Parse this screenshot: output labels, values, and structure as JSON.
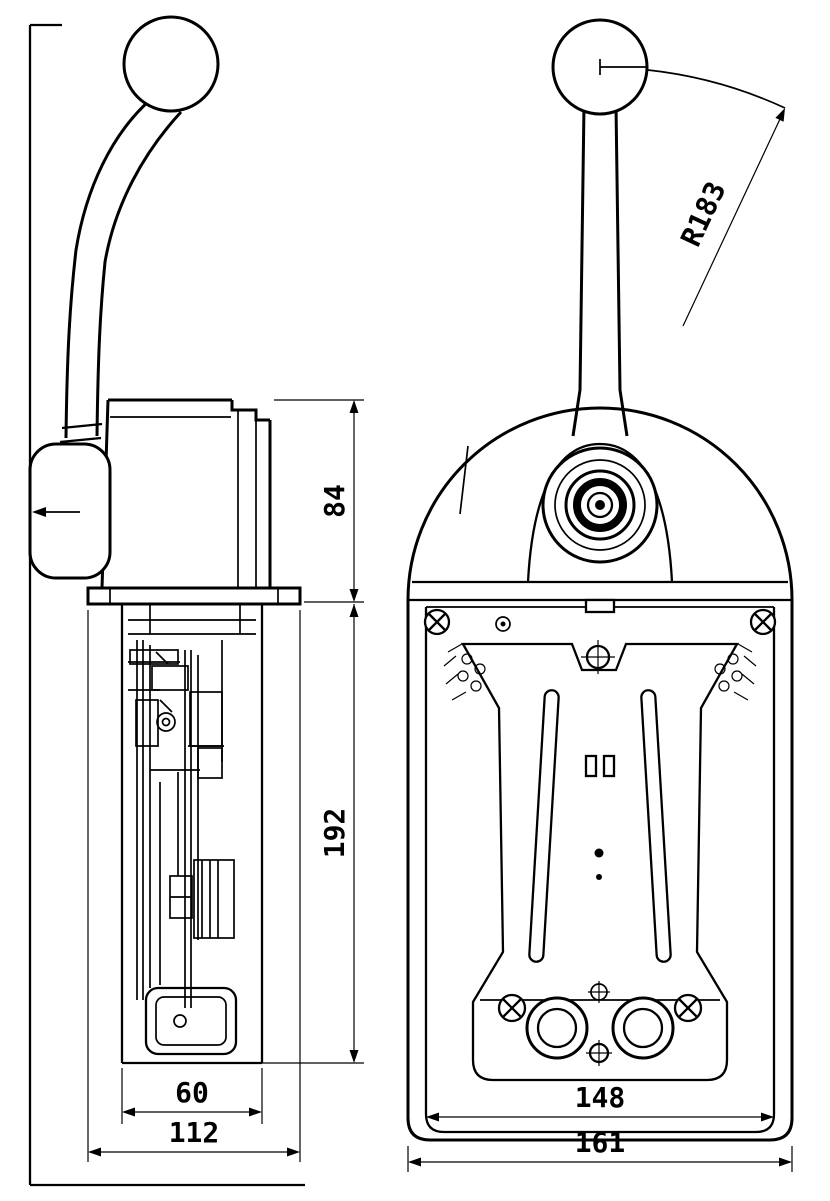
{
  "drawing": {
    "kind": "two-view engineering drawing of a single-lever engine control head",
    "colors": {
      "ink": "#000000",
      "paper": "#ffffff"
    }
  },
  "dims": {
    "d84": "84",
    "d192": "192",
    "d60": "60",
    "d112": "112",
    "d148": "148",
    "d161": "161",
    "r183": "R183"
  }
}
